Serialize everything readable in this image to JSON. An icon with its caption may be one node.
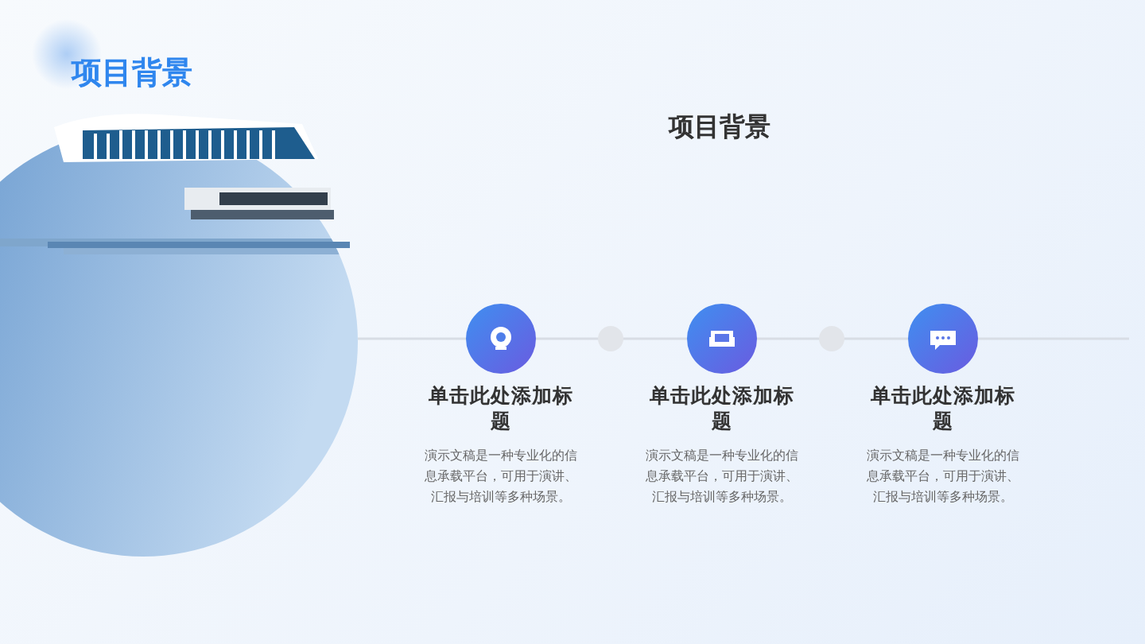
{
  "diagram": {
    "title": "项目背景",
    "nodes": [
      {
        "text": [
          "单击此处添加标题",
          "演示文稿是一种专业化的信息承载平台，可用于演讲、汇报与培训等多种场景。"
        ]
      },
      {
        "text": [
          "单击此处添加标题",
          "演示文稿是一种专业化的信息承载平台，可用于演讲、汇报与培训等多种场景。"
        ]
      },
      {
        "text": [
          "单击此处添加标题",
          "演示文稿是一种专业化的信息承载平台，可用于演讲、汇报与培训等多种场景。"
        ]
      }
    ],
    "labels": [
      "项目背景"
    ]
  }
}
